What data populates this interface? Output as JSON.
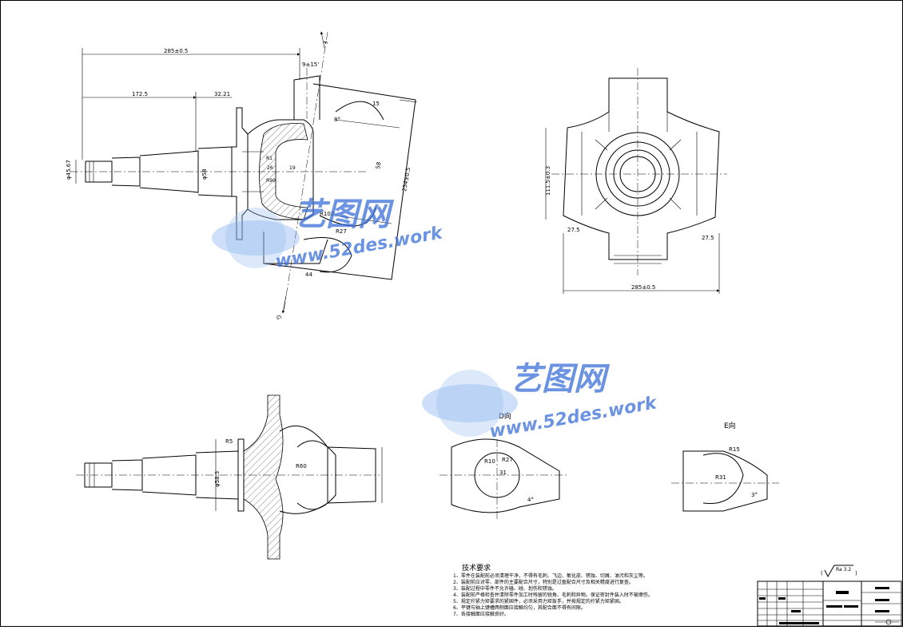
{
  "views": {
    "view_d": "D向",
    "view_e": "E向",
    "dir_f": "F",
    "dir_g": "G"
  },
  "dims": {
    "top_total": "285±0.5",
    "top_mid": "172.5",
    "top_small": "32.21",
    "top_angle": "9±15'",
    "left_dia": "φ45.67",
    "mid_dia": "φ58",
    "r102": "R102",
    "r27": "R27",
    "r1": "R1",
    "d44": "44",
    "d15": "15",
    "d26": "26",
    "d19": "19",
    "r90": "R90",
    "d58": "58",
    "ang": "8°",
    "right_len": "254±0.5",
    "front_height": "111.5±0.3",
    "front_width": "285±0.5",
    "f275a": "27.5",
    "f275b": "27.5",
    "d_r10": "R10",
    "d_r27": "R27",
    "d_31": "31",
    "d_4": "4°",
    "e_r15": "R15",
    "e_r31": "R31",
    "e_3": "3°",
    "b_dia": "φ58.3",
    "b_r60": "R60",
    "b_r5": "R5"
  },
  "watermark": {
    "cn": "艺图网",
    "url": "www.52des.work"
  },
  "tech": {
    "title": "技术要求",
    "lines": [
      "1、零件在装配前必须清理干净，不得有毛刺、飞边、氧化皮、锈蚀、切屑、油污和灰尘等。",
      "2、装配前应对零、部件的主要配合尺寸，特别是过盈配合尺寸及相关精度进行复查。",
      "3、装配过程中零件不允许磕、碰、划伤和锈蚀。",
      "4、装配前严格检查并清除零件加工时残留的锐角、毛刺和异物。保证密封件装入时不被擦伤。",
      "5、规定拧紧力矩要求的紧固件，必须采用力矩扳手，并按规定的拧紧力矩紧固。",
      "6、平键与轴上键槽两侧面应接触均匀，其配合面不得有间隙。",
      "7、各接触面应接触良好。"
    ]
  },
  "roughness": "Ra 3.2"
}
